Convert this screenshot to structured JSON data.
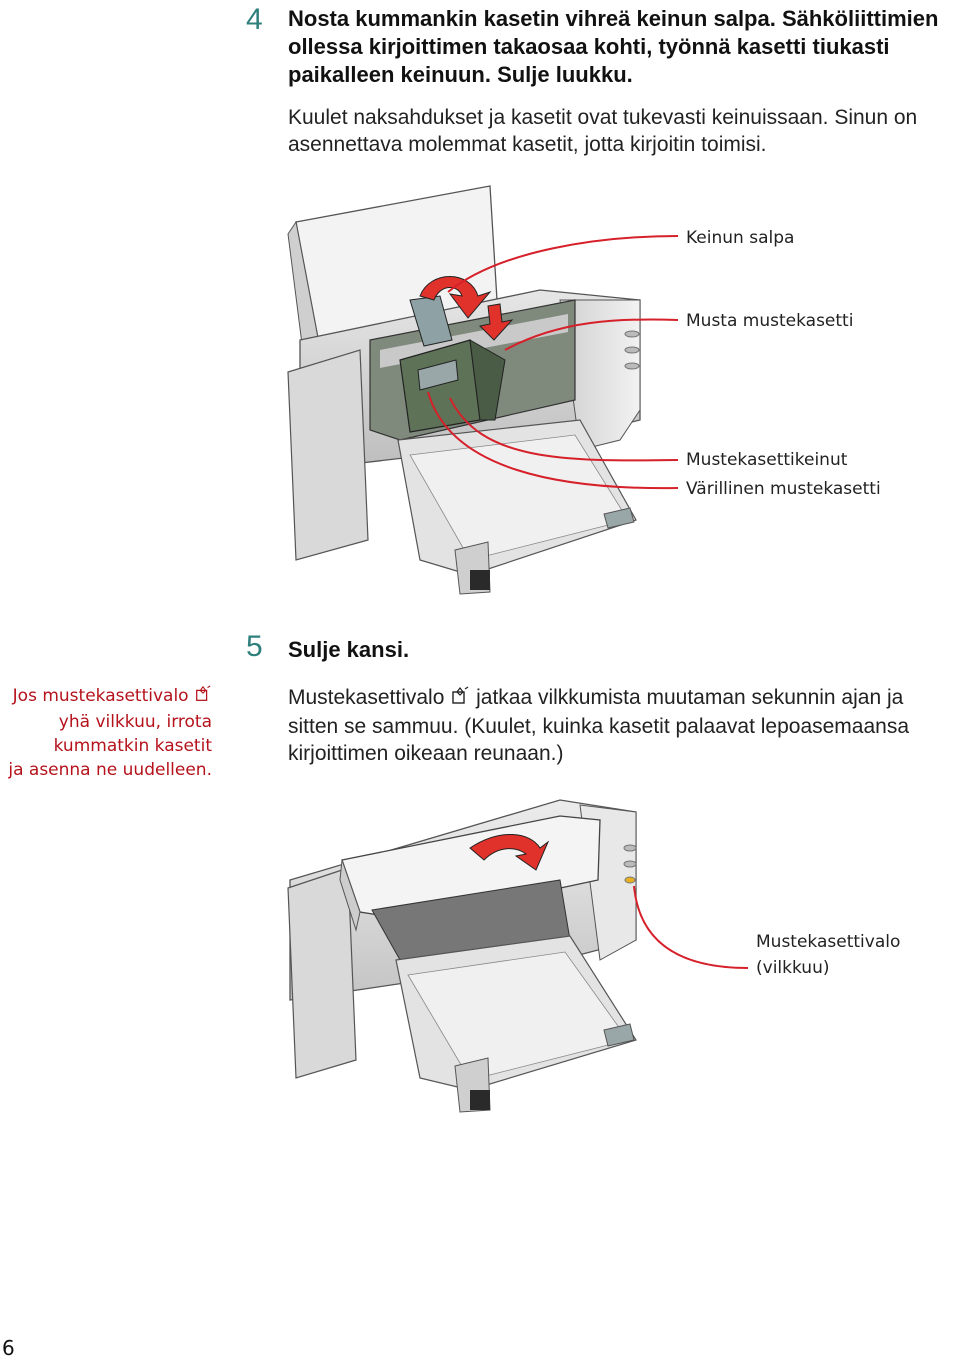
{
  "step4": {
    "number": "4",
    "instruction": "Nosta kummankin kasetin vihreä keinun salpa. Sähköliittimien ollessa kirjoittimen takaosaa kohti, työnnä kasetti tiukasti paikalleen keinuun. Sulje luukku.",
    "detail": "Kuulet naksahdukset ja kasetit ovat tukevasti keinuissaan. Sinun on asennettava molemmat kasetit, jotta kirjoitin toimisi."
  },
  "figure1": {
    "callouts": {
      "cradle_latch": "Keinun salpa",
      "black_cartridge": "Musta mustekasetti",
      "cartridge_cradles": "Mustekasettikeinut",
      "color_cartridge": "Värillinen mustekasetti"
    }
  },
  "step5": {
    "number": "5",
    "instruction": "Sulje kansi.",
    "detail_before_icon": "Mustekasettivalo",
    "detail_after_icon": "jatkaa vilkkumista muutaman sekunnin ajan ja sitten se sammuu. (Kuulet, kuinka kasetit palaavat lepoasemaansa kirjoittimen oikeaan reunaan.)"
  },
  "side_note": {
    "line1": "Jos mustekasettivalo",
    "line2": "yhä vilkkuu, irrota",
    "line3": "kummatkin kasetit",
    "line4": "ja asenna ne uudelleen."
  },
  "figure2": {
    "callout_line1": "Mustekasettivalo",
    "callout_line2": "(vilkkuu)"
  },
  "icons": {
    "cartridge_light": "ink-cartridge-light-icon"
  },
  "colors": {
    "step_number": "#2f7f7c",
    "accent_red": "#b5121b",
    "arrow_red": "#e0322b"
  },
  "page": {
    "number": "6"
  }
}
